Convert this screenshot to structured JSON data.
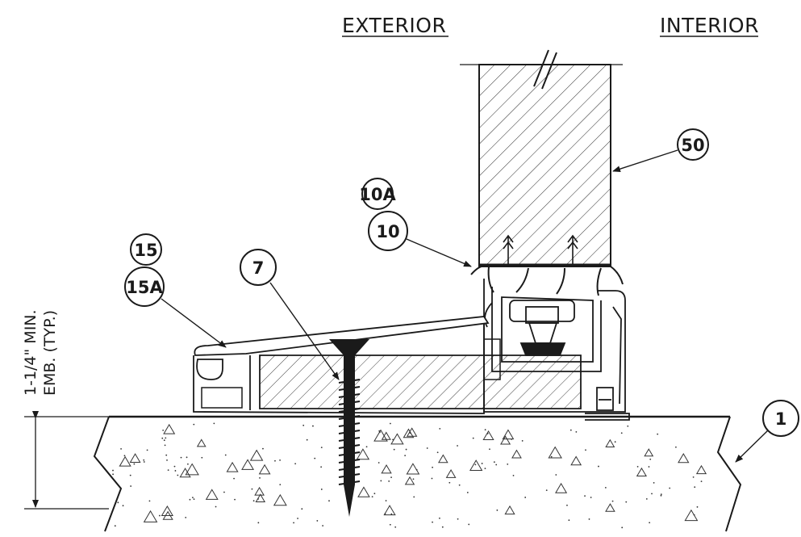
{
  "drawing": {
    "side_labels": {
      "exterior": "EXTERIOR",
      "interior": "INTERIOR"
    },
    "dimension_note": {
      "line1": "1-1/4\" MIN.",
      "line2": "EMB. (TYP.)"
    },
    "callouts": {
      "c50": "50",
      "c10a": "10A",
      "c10": "10",
      "c15": "15",
      "c15a": "15A",
      "c7": "7",
      "c1": "1"
    },
    "colors": {
      "ink": "#1a1a1a",
      "paper": "#ffffff"
    }
  }
}
